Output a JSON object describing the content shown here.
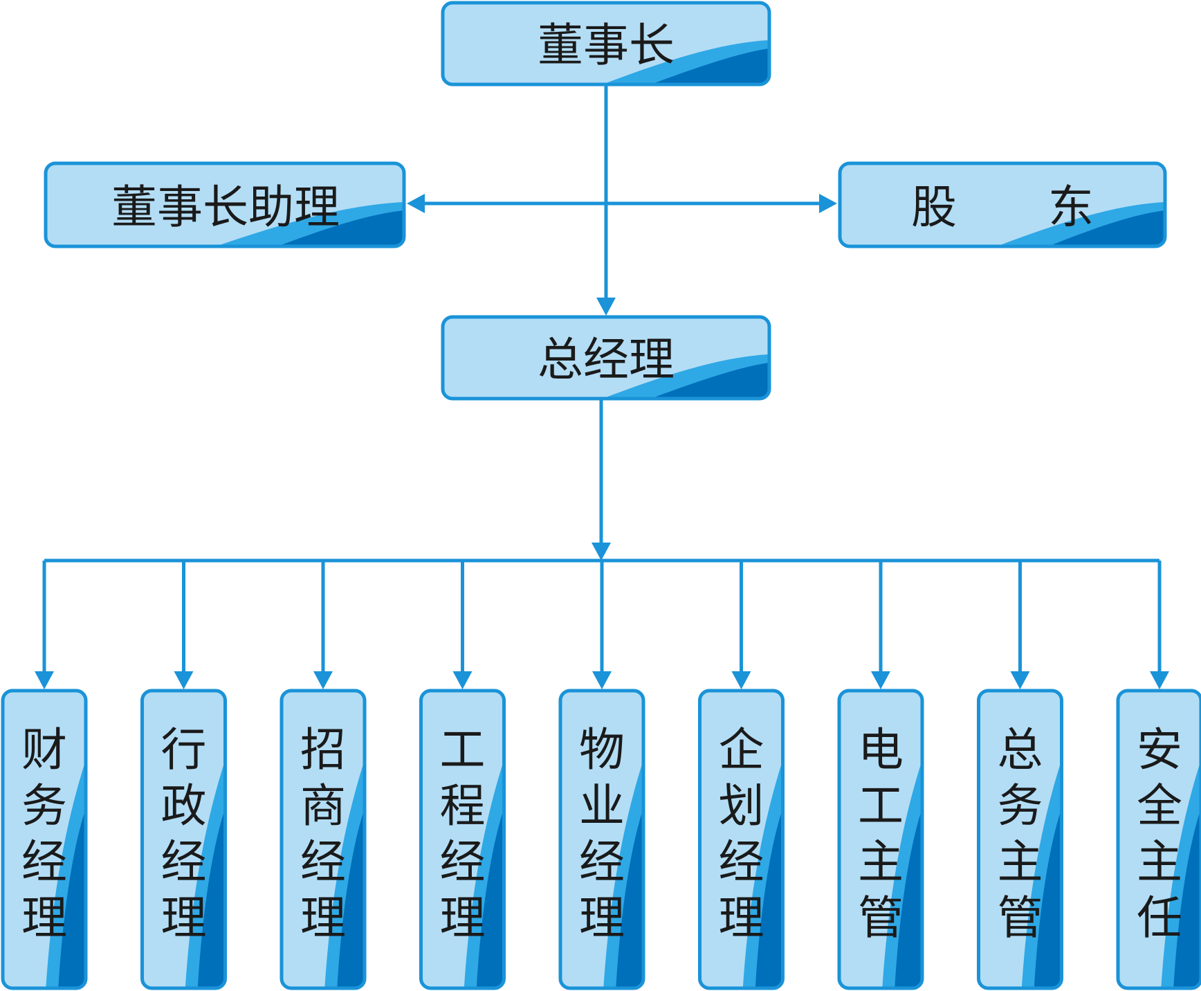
{
  "colors": {
    "border": "#1a93d8",
    "fill": "#b3ddf5",
    "wave_light": "#2fa8e6",
    "wave_dark": "#0070bb",
    "line": "#1a93d8",
    "text": "#1a1a1a"
  },
  "nodes": {
    "chairman": "董事长",
    "assistant": "董事长助理",
    "shareholder": "股　　东",
    "gm": "总经理"
  },
  "departments": [
    "财务经理",
    "行政经理",
    "招商经理",
    "工程经理",
    "物业经理",
    "企划经理",
    "电工主管",
    "总务主管",
    "安全主任"
  ]
}
